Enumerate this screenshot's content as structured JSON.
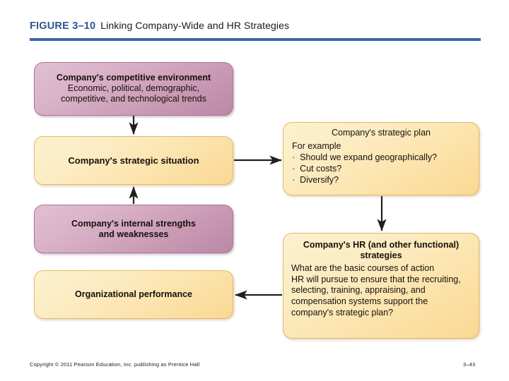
{
  "header": {
    "figure_label": "FIGURE 3–10",
    "title": "Linking Company-Wide and HR Strategies",
    "accent_color": "#3c66a5"
  },
  "diagram": {
    "boxes": {
      "competitive_environment": {
        "title": "Company's competitive environment",
        "line2": "Economic, political, demographic,",
        "line3": "competitive, and technological trends",
        "color": "#c897b2",
        "style": "purple"
      },
      "strategic_situation": {
        "title": "Company's strategic situation",
        "color": "#fbdfa2",
        "style": "cream"
      },
      "internal_strengths": {
        "title_line1": "Company's internal strengths",
        "title_line2": "and weaknesses",
        "color": "#c897b2",
        "style": "purple"
      },
      "organizational_performance": {
        "title": "Organizational performance",
        "color": "#fbdfa2",
        "style": "cream"
      },
      "strategic_plan": {
        "title": "Company's strategic plan",
        "lead": "For example",
        "bullets": [
          "Should we expand geographically?",
          "Cut costs?",
          "Diversify?"
        ],
        "bullet_glyph": "·",
        "color": "#fbdfa2",
        "style": "cream"
      },
      "hr_strategies": {
        "title_line1": "Company's HR (and other functional)",
        "title_line2": "strategies",
        "body_lines": [
          "What are the basic courses of action",
          "HR will pursue to ensure that the recruiting,",
          "selecting, training, appraising, and",
          "compensation systems support the",
          "company's strategic plan?"
        ],
        "color": "#fbdfa2",
        "style": "cream"
      }
    },
    "arrows": [
      {
        "name": "arrow-competitive-to-situation",
        "direction": "down"
      },
      {
        "name": "arrow-internal-to-situation",
        "direction": "up"
      },
      {
        "name": "arrow-situation-to-plan",
        "direction": "right"
      },
      {
        "name": "arrow-plan-to-hr",
        "direction": "down"
      },
      {
        "name": "arrow-hr-to-performance",
        "direction": "left"
      }
    ],
    "arrow_color": "#231f1c"
  },
  "footer": {
    "copyright": "Copyright © 2011 Pearson Education, Inc. publishing as Prentice Hall",
    "page": "3–43"
  }
}
